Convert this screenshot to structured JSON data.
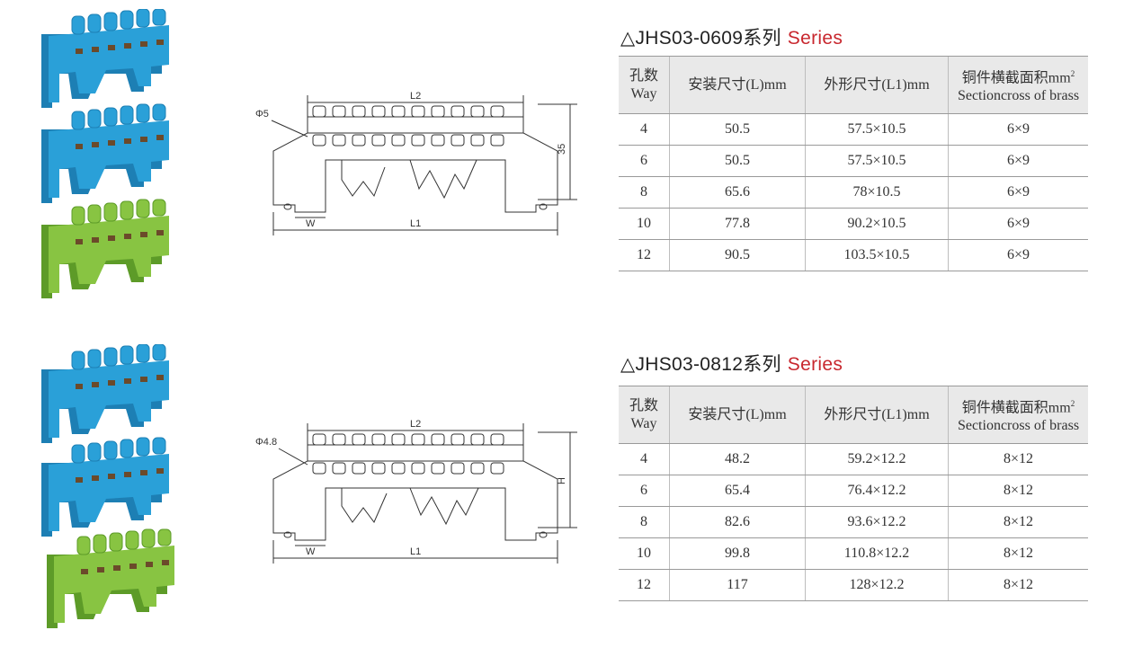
{
  "colors": {
    "blue": "#2aa0d8",
    "blue_dark": "#1d7fb4",
    "green": "#88c442",
    "green_dark": "#5d9b28",
    "brass": "#6b4a2a",
    "series_red": "#c8272e"
  },
  "sections": [
    {
      "title_model": "△JHS03-0609系列",
      "title_series": "Series",
      "drawing": {
        "hole": "Φ5",
        "l2": "L2",
        "l1": "L1",
        "height": "35",
        "w": "W"
      },
      "headers": {
        "way_cn": "孔数",
        "way_en": "Way",
        "l": "安装尺寸(L)mm",
        "l1": "外形尺寸(L1)mm",
        "brass_cn": "铜件横截面积mm",
        "brass_sup": "2",
        "brass_en": "Sectioncross of brass"
      },
      "rows": [
        {
          "way": "4",
          "l": "50.5",
          "l1": "57.5×10.5",
          "brass": "6×9"
        },
        {
          "way": "6",
          "l": "50.5",
          "l1": "57.5×10.5",
          "brass": "6×9"
        },
        {
          "way": "8",
          "l": "65.6",
          "l1": "78×10.5",
          "brass": "6×9"
        },
        {
          "way": "10",
          "l": "77.8",
          "l1": "90.2×10.5",
          "brass": "6×9"
        },
        {
          "way": "12",
          "l": "90.5",
          "l1": "103.5×10.5",
          "brass": "6×9"
        }
      ]
    },
    {
      "title_model": "△JHS03-0812系列",
      "title_series": "Series",
      "drawing": {
        "hole": "Φ4.8",
        "l2": "L2",
        "l1": "L1",
        "height": "H",
        "w": "W"
      },
      "headers": {
        "way_cn": "孔数",
        "way_en": "Way",
        "l": "安装尺寸(L)mm",
        "l1": "外形尺寸(L1)mm",
        "brass_cn": "铜件横截面积mm",
        "brass_sup": "2",
        "brass_en": "Sectioncross of brass"
      },
      "rows": [
        {
          "way": "4",
          "l": "48.2",
          "l1": "59.2×12.2",
          "brass": "8×12"
        },
        {
          "way": "6",
          "l": "65.4",
          "l1": "76.4×12.2",
          "brass": "8×12"
        },
        {
          "way": "8",
          "l": "82.6",
          "l1": "93.6×12.2",
          "brass": "8×12"
        },
        {
          "way": "10",
          "l": "99.8",
          "l1": "110.8×12.2",
          "brass": "8×12"
        },
        {
          "way": "12",
          "l": "117",
          "l1": "128×12.2",
          "brass": "8×12"
        }
      ]
    }
  ]
}
